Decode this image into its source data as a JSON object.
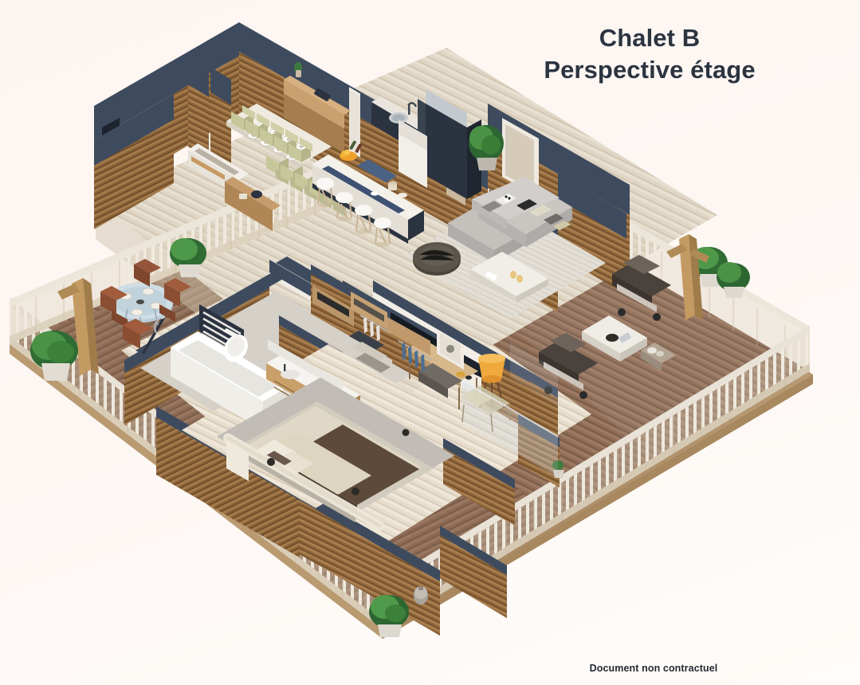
{
  "page": {
    "background_color": "#fdf6f2",
    "document_type": "architectural-3d-floorplan-render"
  },
  "title": {
    "line1": "Chalet B",
    "line2": "Perspective étage",
    "color": "#2c3440"
  },
  "footer": {
    "disclaimer": "Document non contractuel",
    "color": "#232a33"
  },
  "palette": {
    "wall_top_navy": "#3e4b5e",
    "wood_cladding": "#9a7046",
    "interior_floor": "#e6dccc",
    "terrace_deck": "#8d6c56",
    "railing": "#e6ded2",
    "sofa_grey": "#bcb9b5",
    "accent_orange": "#f2a33c",
    "cabinet_dark": "#2b3340"
  },
  "scene": {
    "name": "upper-floor-perspective",
    "projection": "isometric-3d",
    "level_label": "étage"
  },
  "rooms": [
    {
      "id": "dining",
      "name": "Salle à manger",
      "features": [
        "long-dining-table",
        "10-chairs",
        "sideboard",
        "plant"
      ]
    },
    {
      "id": "kitchen",
      "name": "Cuisine",
      "features": [
        "island",
        "4-bar-stools",
        "sink",
        "fruit-bowl",
        "tall-cabinets",
        "fridge-column"
      ]
    },
    {
      "id": "living",
      "name": "Séjour",
      "features": [
        "l-shaped-sofa",
        "coffee-table",
        "pouf",
        "area-rug",
        "tv-unit",
        "cushions"
      ]
    },
    {
      "id": "bedroom",
      "name": "Chambre",
      "features": [
        "double-bed",
        "area-rug",
        "headboard"
      ]
    },
    {
      "id": "bathroom",
      "name": "Salle de bains",
      "features": [
        "bathtub",
        "wc",
        "double-vanity",
        "towel-radiator",
        "shower-column"
      ]
    },
    {
      "id": "dressing",
      "name": "Dressing",
      "features": [
        "shelving",
        "hanging-rails",
        "folded-linen"
      ]
    },
    {
      "id": "office-nook",
      "name": "Coin bureau",
      "features": [
        "console-desk",
        "orange-lamp",
        "chair",
        "ottoman"
      ]
    },
    {
      "id": "terrace",
      "name": "Terrasse",
      "features": [
        "wood-deck",
        "baluster-railing",
        "outdoor-dining-set",
        "lounge-chairs",
        "side-tables",
        "potted-shrubs",
        "lantern",
        "timber-posts"
      ]
    }
  ],
  "furniture_counts": {
    "dining_chairs": 10,
    "bar_stools": 4,
    "outdoor_dining_chairs": 4,
    "lounge_chairs": 2,
    "potted_shrubs": 7,
    "beds": 1,
    "sofas": 1
  }
}
